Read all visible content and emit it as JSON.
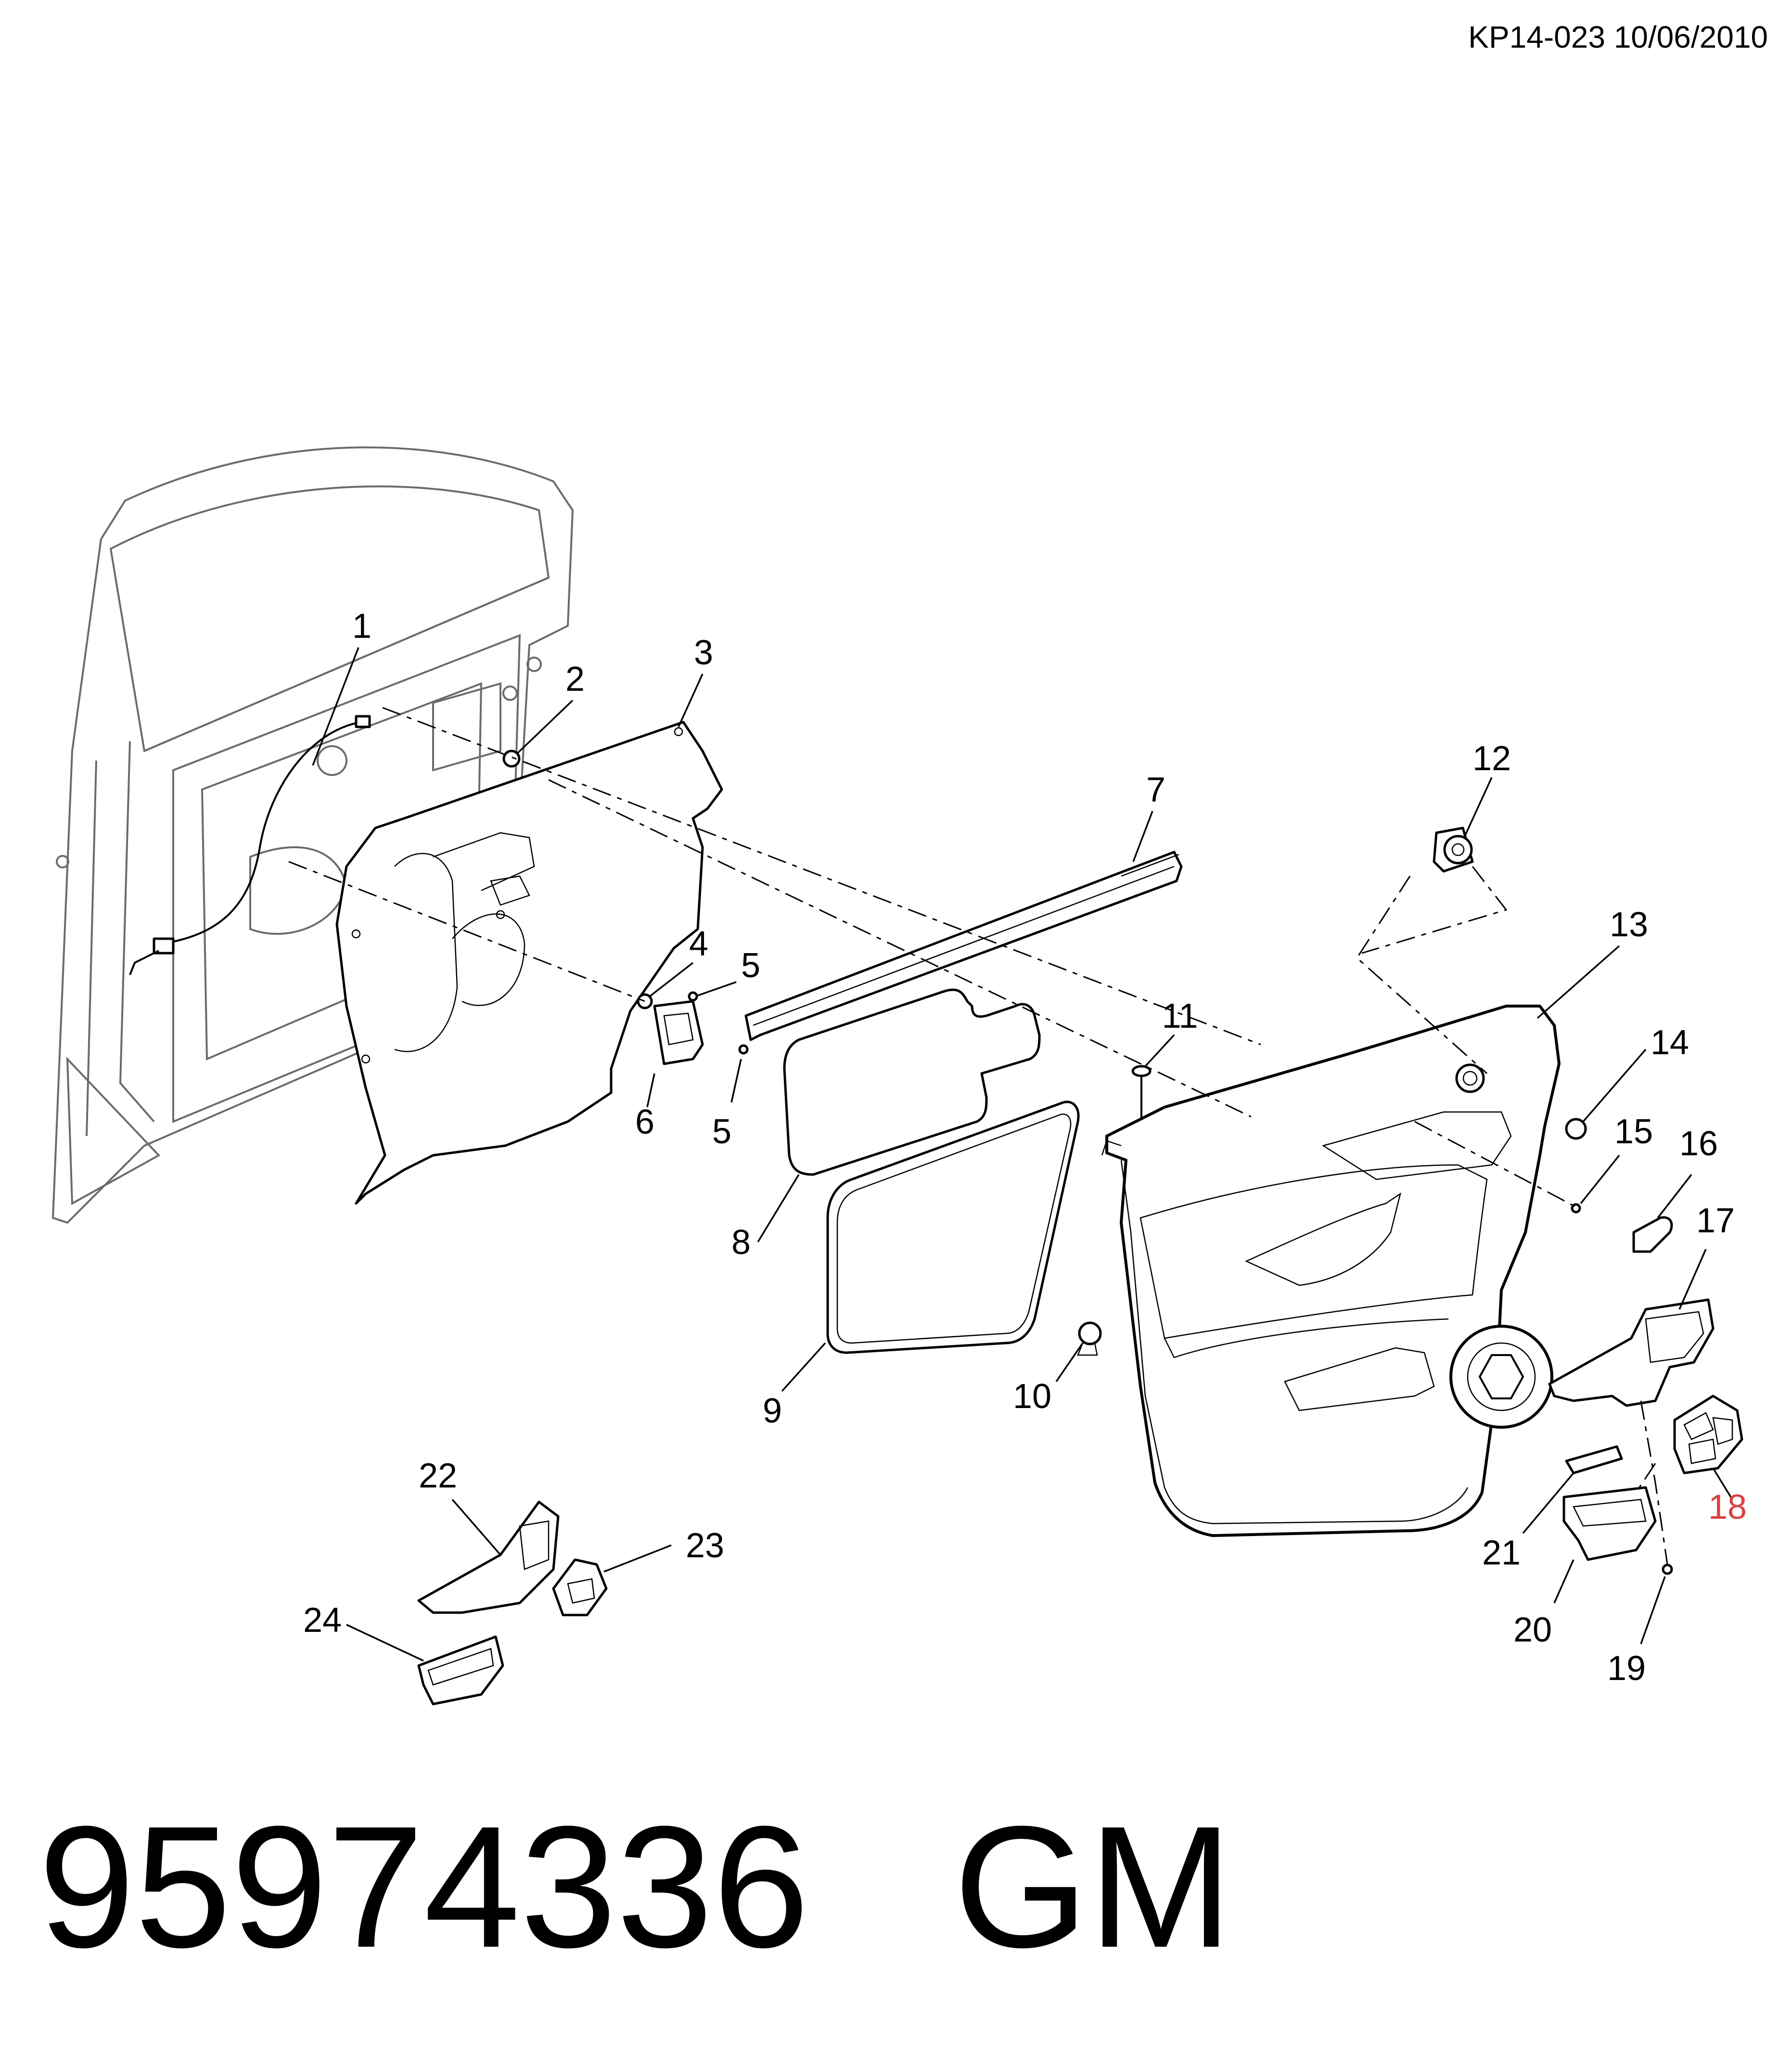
{
  "header": {
    "reference_code": "KP14-023 10/06/2010"
  },
  "footer": {
    "part_number": "95974336",
    "brand": "GM"
  },
  "callouts": [
    "1",
    "2",
    "3",
    "4",
    "5",
    "5",
    "6",
    "7",
    "8",
    "9",
    "10",
    "11",
    "12",
    "13",
    "14",
    "15",
    "16",
    "17",
    "18",
    "19",
    "20",
    "21",
    "22",
    "23",
    "24"
  ],
  "colors": {
    "line": "#000000",
    "highlight_callout": "#d94040",
    "background": "#ffffff"
  }
}
